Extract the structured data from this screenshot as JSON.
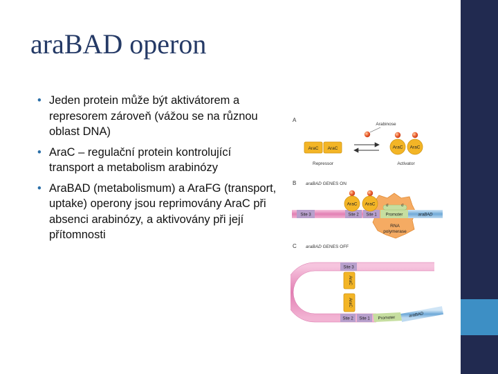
{
  "slide": {
    "title": "araBAD operon",
    "bullets": [
      "Jeden protein může být aktivátorem a represorem zároveň (vážou se na různou oblast DNA)",
      "AraC – regulační protein kontrolující transport a metabolism arabinózy",
      "AraBAD (metabolismum) a AraFG (transport, uptake)  operony jsou reprimovány AraC při absenci arabinózy, a aktivovány při její přítomnosti"
    ]
  },
  "diagram": {
    "panel_a": {
      "letter": "A",
      "arabinose_label": "Arabinose",
      "arac": "AraC",
      "repressor_label": "Repressor",
      "activator_label": "Activator"
    },
    "panel_b": {
      "letter": "B",
      "heading_gene": "araBAD",
      "heading_state": "GENES ON",
      "site3": "Site 3",
      "site2": "Site 2",
      "site1": "Site 1",
      "promoter": "Promoter",
      "gene": "araBAD",
      "rna_pol_line1": "RNA",
      "rna_pol_line2": "polymerase",
      "sigma": "σ"
    },
    "panel_c": {
      "letter": "C",
      "heading_gene": "araBAD",
      "heading_state": "GENES OFF",
      "site3": "Site 3",
      "site2": "Site 2",
      "site1": "Site 1",
      "promoter": "Promoter",
      "gene": "araBAD",
      "arac": "AraC"
    }
  },
  "colors": {
    "side_bar": "#212a50",
    "side_accent": "#3d8fc5",
    "title": "#253a66",
    "arac_fill": "#f3b526",
    "arabinose": "#e8572b",
    "dna_pink": "#e889bb",
    "dna_blue": "#7fb7e0",
    "promoter_green": "#c6dea0",
    "site_purple": "#b79fcc",
    "rna_polymerase": "#f5ab63"
  }
}
